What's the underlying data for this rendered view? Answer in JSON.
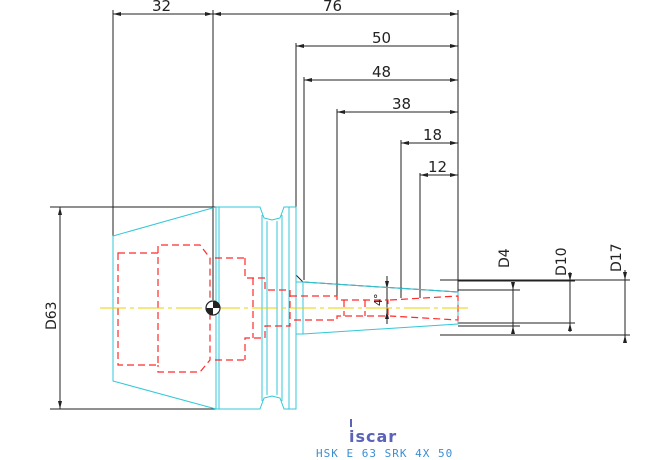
{
  "dimensions": {
    "top": [
      {
        "label": "32"
      },
      {
        "label": "76"
      },
      {
        "label": "50"
      },
      {
        "label": "48"
      },
      {
        "label": "38"
      },
      {
        "label": "18"
      },
      {
        "label": "12"
      }
    ],
    "vertical_left": "D63",
    "vertical_right": [
      "D4",
      "D10",
      "D17"
    ],
    "angle": "4°"
  },
  "logo": "iscar",
  "part_title": "HSK E 63 SRK 4X 50",
  "colors": {
    "outline": "#33c8d8",
    "dashed": "#ff2a2a",
    "dim": "#222222",
    "center": "#e8d000",
    "logo": "#5a63b8",
    "title": "#3a8fd0"
  }
}
